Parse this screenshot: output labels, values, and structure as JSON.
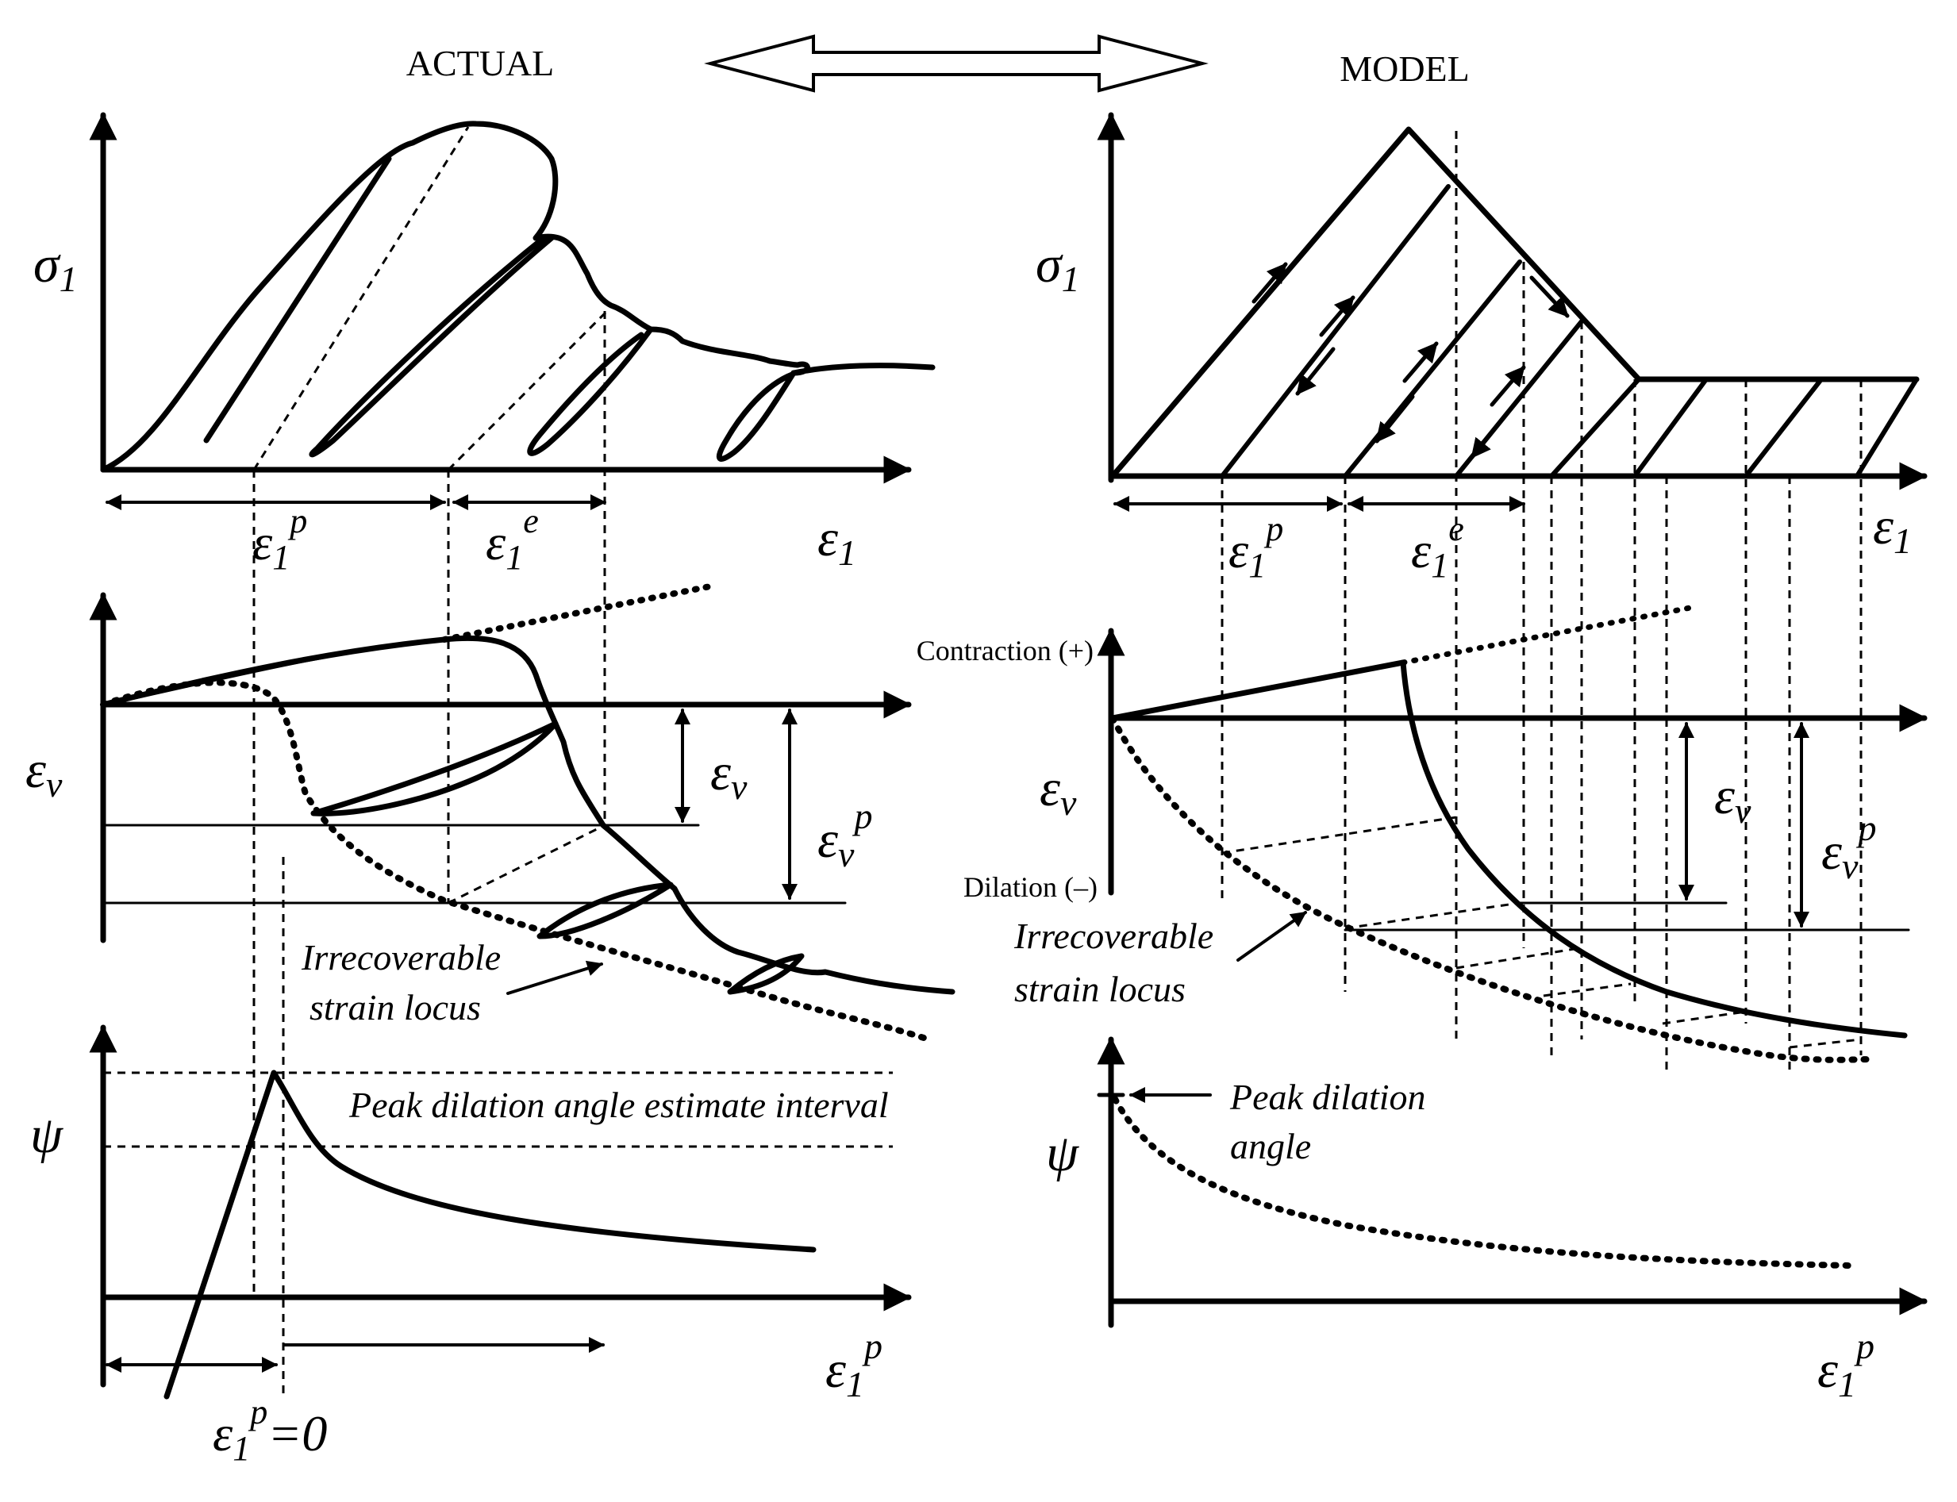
{
  "panels": {
    "actual": {
      "title": "ACTUAL"
    },
    "model": {
      "title": "MODEL"
    }
  },
  "symbols": {
    "sigma1": "σ1",
    "eps1": "ε1",
    "eps1p": "ε1p",
    "eps1e": "ε1e",
    "epsv": "εv",
    "epsvp": "εvp",
    "psi": "ψ",
    "eps1p_zero": "ε1p=0"
  },
  "labels": {
    "contraction": "Contraction (+)",
    "dilation": "Dilation (–)",
    "locus_line1": "Irrecoverable",
    "locus_line2": "strain locus",
    "peak_interval": "Peak dilation angle estimate interval",
    "peak_angle_line1": "Peak dilation",
    "peak_angle_line2": "angle"
  },
  "icons": {
    "double_arrow": "double-headed-arrow-icon"
  }
}
